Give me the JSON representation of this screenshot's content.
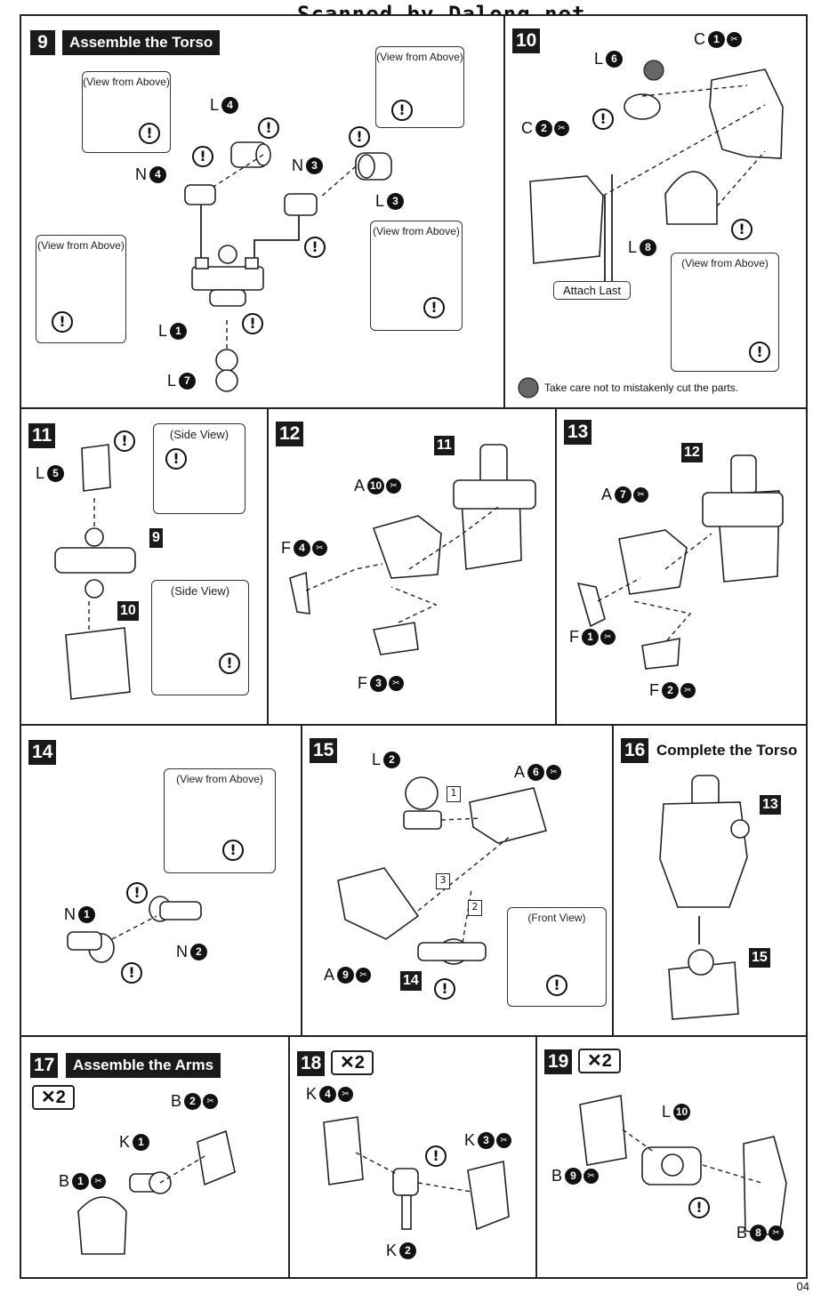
{
  "watermark": "Scanned by Dalong.net",
  "page_number": "04",
  "labels": {
    "view_from_above": "(View from Above)",
    "side_view": "(Side View)",
    "front_view": "(Front View)",
    "attach_last": "Attach Last",
    "care_note": "Take care not to mistakenly cut the parts.",
    "warning": "!",
    "times_two": "✕2"
  },
  "steps": {
    "s9": {
      "num": "9",
      "title": "Assemble the Torso"
    },
    "s10": {
      "num": "10"
    },
    "s11": {
      "num": "11"
    },
    "s12": {
      "num": "12"
    },
    "s13": {
      "num": "13"
    },
    "s14": {
      "num": "14"
    },
    "s15": {
      "num": "15"
    },
    "s16": {
      "num": "16",
      "title": "Complete the Torso"
    },
    "s17": {
      "num": "17",
      "title": "Assemble the Arms"
    },
    "s18": {
      "num": "18"
    },
    "s19": {
      "num": "19"
    }
  },
  "parts": {
    "s9": [
      {
        "l": "L",
        "n": "4"
      },
      {
        "l": "N",
        "n": "4"
      },
      {
        "l": "N",
        "n": "3"
      },
      {
        "l": "L",
        "n": "3"
      },
      {
        "l": "L",
        "n": "1"
      },
      {
        "l": "L",
        "n": "7"
      }
    ],
    "s10": [
      {
        "l": "C",
        "n": "1"
      },
      {
        "l": "L",
        "n": "6"
      },
      {
        "l": "C",
        "n": "2"
      },
      {
        "l": "L",
        "n": "8"
      }
    ],
    "s11": [
      {
        "l": "L",
        "n": "5"
      }
    ],
    "s12": [
      {
        "l": "A",
        "n": "10"
      },
      {
        "l": "F",
        "n": "4"
      },
      {
        "l": "F",
        "n": "3"
      }
    ],
    "s13": [
      {
        "l": "A",
        "n": "7"
      },
      {
        "l": "F",
        "n": "1"
      },
      {
        "l": "F",
        "n": "2"
      }
    ],
    "s14": [
      {
        "l": "N",
        "n": "1"
      },
      {
        "l": "N",
        "n": "2"
      }
    ],
    "s15": [
      {
        "l": "L",
        "n": "2"
      },
      {
        "l": "A",
        "n": "6"
      },
      {
        "l": "A",
        "n": "9"
      }
    ],
    "s17": [
      {
        "l": "B",
        "n": "2"
      },
      {
        "l": "K",
        "n": "1"
      },
      {
        "l": "B",
        "n": "1"
      }
    ],
    "s18": [
      {
        "l": "K",
        "n": "4"
      },
      {
        "l": "K",
        "n": "3"
      },
      {
        "l": "K",
        "n": "2"
      }
    ],
    "s19": [
      {
        "l": "L",
        "n": "10"
      },
      {
        "l": "B",
        "n": "9"
      },
      {
        "l": "B",
        "n": "8"
      }
    ]
  },
  "refs": {
    "s11_a": "9",
    "s11_b": "10",
    "s12": "11",
    "s13": "12",
    "s15": "14",
    "s16_a": "13",
    "s16_b": "15"
  },
  "sequence": [
    "1",
    "2",
    "3"
  ],
  "icons": {
    "cut": "gate-cut-icon",
    "warn": "caution-icon"
  }
}
